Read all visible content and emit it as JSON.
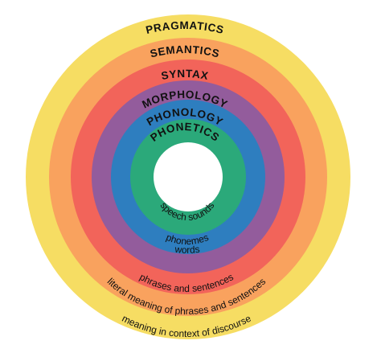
{
  "rings": [
    {
      "id": "pragmatics",
      "title": "PRAGMATICS",
      "description": "meaning in context of discourse",
      "color": "#F6DD63"
    },
    {
      "id": "semantics",
      "title": "SEMANTICS",
      "description": "literal meaning of phrases and sentences",
      "color": "#F9A25E"
    },
    {
      "id": "syntax",
      "title": "SYNTAX",
      "description": "phrases and sentences",
      "color": "#F2645A"
    },
    {
      "id": "morphology",
      "title": "MORPHOLOGY",
      "description": "words",
      "color": "#935C9C"
    },
    {
      "id": "phonology",
      "title": "PHONOLOGY",
      "description": "phonemes",
      "color": "#2E7EBF"
    },
    {
      "id": "phonetics",
      "title": "PHONETICS",
      "description": "speech sounds",
      "color": "#2BA97A"
    }
  ],
  "center_color": "#FFFFFF"
}
